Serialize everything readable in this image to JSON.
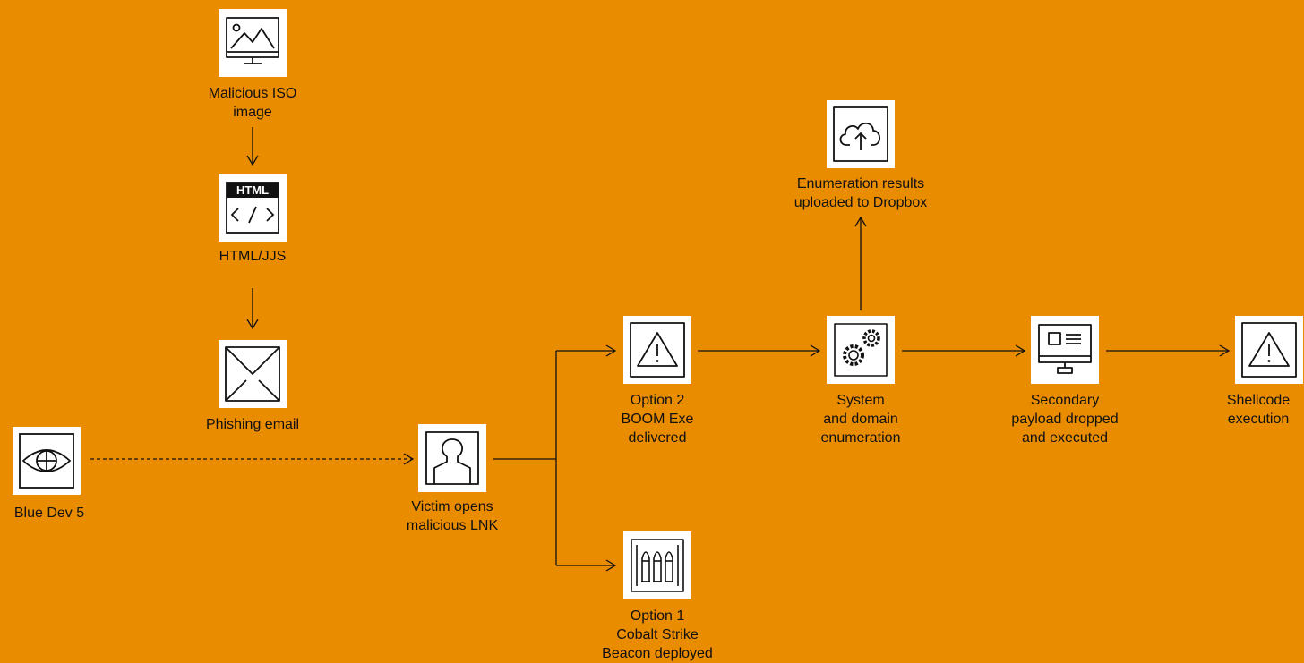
{
  "colors": {
    "background": "#E98C00",
    "node_fill": "#FFFFFF",
    "ink": "#111111"
  },
  "nodes": {
    "iso": {
      "icon": "image-monitor-icon",
      "lines": [
        "Malicious ISO",
        "image"
      ]
    },
    "html": {
      "icon": "html-code-icon",
      "lines": [
        "HTML/JJS"
      ]
    },
    "email": {
      "icon": "envelope-icon",
      "lines": [
        "Phishing email"
      ]
    },
    "actor": {
      "icon": "eye-target-icon",
      "lines": [
        "Blue Dev 5"
      ]
    },
    "victim": {
      "icon": "user-icon",
      "lines": [
        "Victim opens",
        "malicious LNK"
      ]
    },
    "option2": {
      "icon": "warning-icon",
      "lines": [
        "Option 2",
        "BOOM Exe",
        "delivered"
      ]
    },
    "option1": {
      "icon": "ammunition-icon",
      "lines": [
        "Option 1",
        "Cobalt Strike",
        "Beacon deployed"
      ]
    },
    "enum": {
      "icon": "gears-icon",
      "lines": [
        "System",
        "and domain",
        "enumeration"
      ]
    },
    "dropbox": {
      "icon": "cloud-upload-icon",
      "lines": [
        "Enumeration results",
        "uploaded to Dropbox"
      ]
    },
    "secondary": {
      "icon": "monitor-layout-icon",
      "lines": [
        "Secondary",
        "payload dropped",
        "and executed"
      ]
    },
    "shellcode": {
      "icon": "warning-icon",
      "lines": [
        "Shellcode",
        "execution"
      ]
    }
  }
}
